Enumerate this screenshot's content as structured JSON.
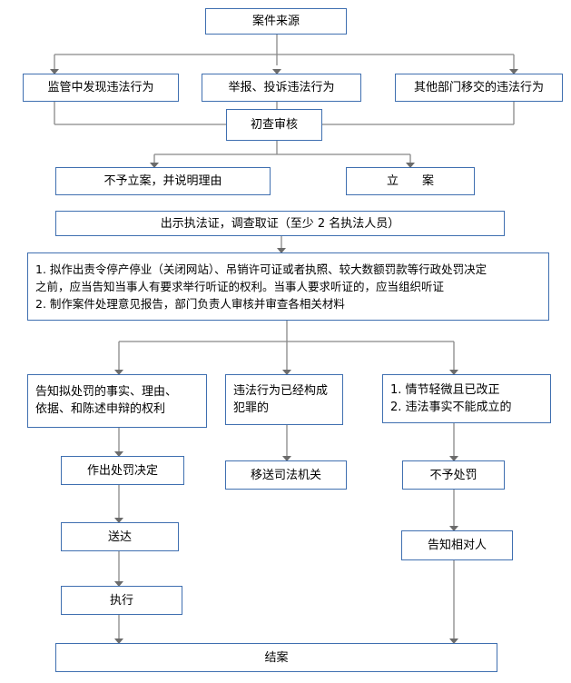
{
  "flow": {
    "source": "案件来源",
    "origin_monitor": "监管中发现违法行为",
    "origin_report": "举报、投诉违法行为",
    "origin_transfer": "其他部门移交的违法行为",
    "preliminary": "初查审核",
    "no_case": "不予立案，并说明理由",
    "file_case": "立　　案",
    "investigate": "出示执法证，调查取证（至少 2 名执法人员）",
    "hearing_lines": [
      "1.  拟作出责令停产停业（关闭网站）、吊销许可证或者执照、较大数额罚款等行政处罚决定",
      "之前，应当告知当事人有要求举行听证的权利。当事人要求听证的，应当组织听证",
      "2.  制作案件处理意见报告，部门负责人审核并审查各相关材料"
    ],
    "inform_lines": [
      "告知拟处罚的事实、理由、",
      "依据、和陈述申辩的权利"
    ],
    "crime_lines": [
      "违法行为已经构成",
      "犯罪的"
    ],
    "minor_lines": [
      "1.  情节轻微且已改正",
      "2.  违法事实不能成立的"
    ],
    "decision": "作出处罚决定",
    "transfer_judicial": "移送司法机关",
    "no_penalty": "不予处罚",
    "deliver": "送达",
    "notify_party": "告知相对人",
    "execute": "执行",
    "close": "结案"
  }
}
